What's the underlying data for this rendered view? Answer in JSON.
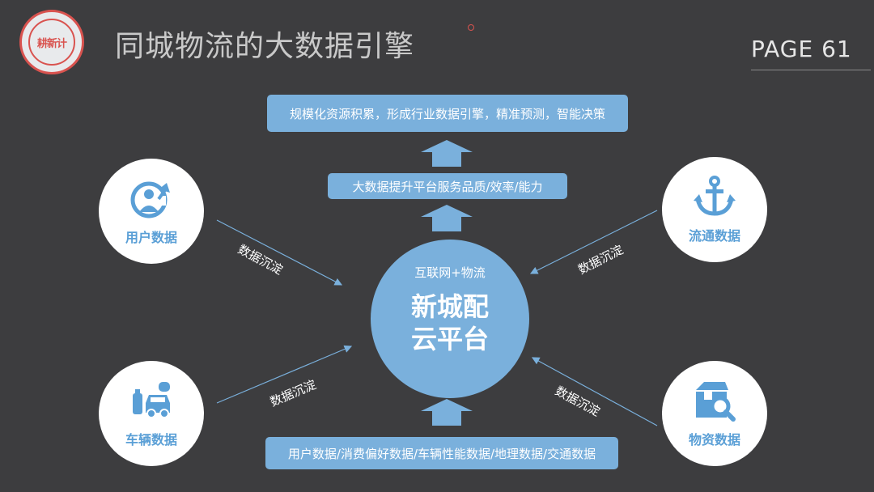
{
  "header": {
    "logo_text": "耕新计",
    "title": "同城物流的大数据引擎",
    "page_label": "PAGE",
    "page_number": "61"
  },
  "boxes": {
    "top": "规模化资源积累，形成行业数据引擎，精准预测，智能决策",
    "middle": "大数据提升平台服务品质/效率/能力",
    "bottom": "用户数据/消费偏好数据/车辆性能数据/地理数据/交通数据"
  },
  "center": {
    "subtitle": "互联网+物流",
    "line1": "新城配",
    "line2": "云平台"
  },
  "nodes": {
    "user": {
      "label": "用户数据",
      "icon": "user-growth-icon"
    },
    "flow": {
      "label": "流通数据",
      "icon": "anchor-icon"
    },
    "vehicle": {
      "label": "车辆数据",
      "icon": "vehicle-icon"
    },
    "goods": {
      "label": "物资数据",
      "icon": "box-search-icon"
    }
  },
  "flows": {
    "top_left": "数据沉淀",
    "top_right": "数据沉淀",
    "bottom_left": "数据沉淀",
    "bottom_right": "数据沉淀"
  },
  "colors": {
    "background": "#3d3d3f",
    "accent_blue": "#7ab0dc",
    "icon_blue": "#5a9fd6",
    "logo_red": "#d9534f"
  }
}
